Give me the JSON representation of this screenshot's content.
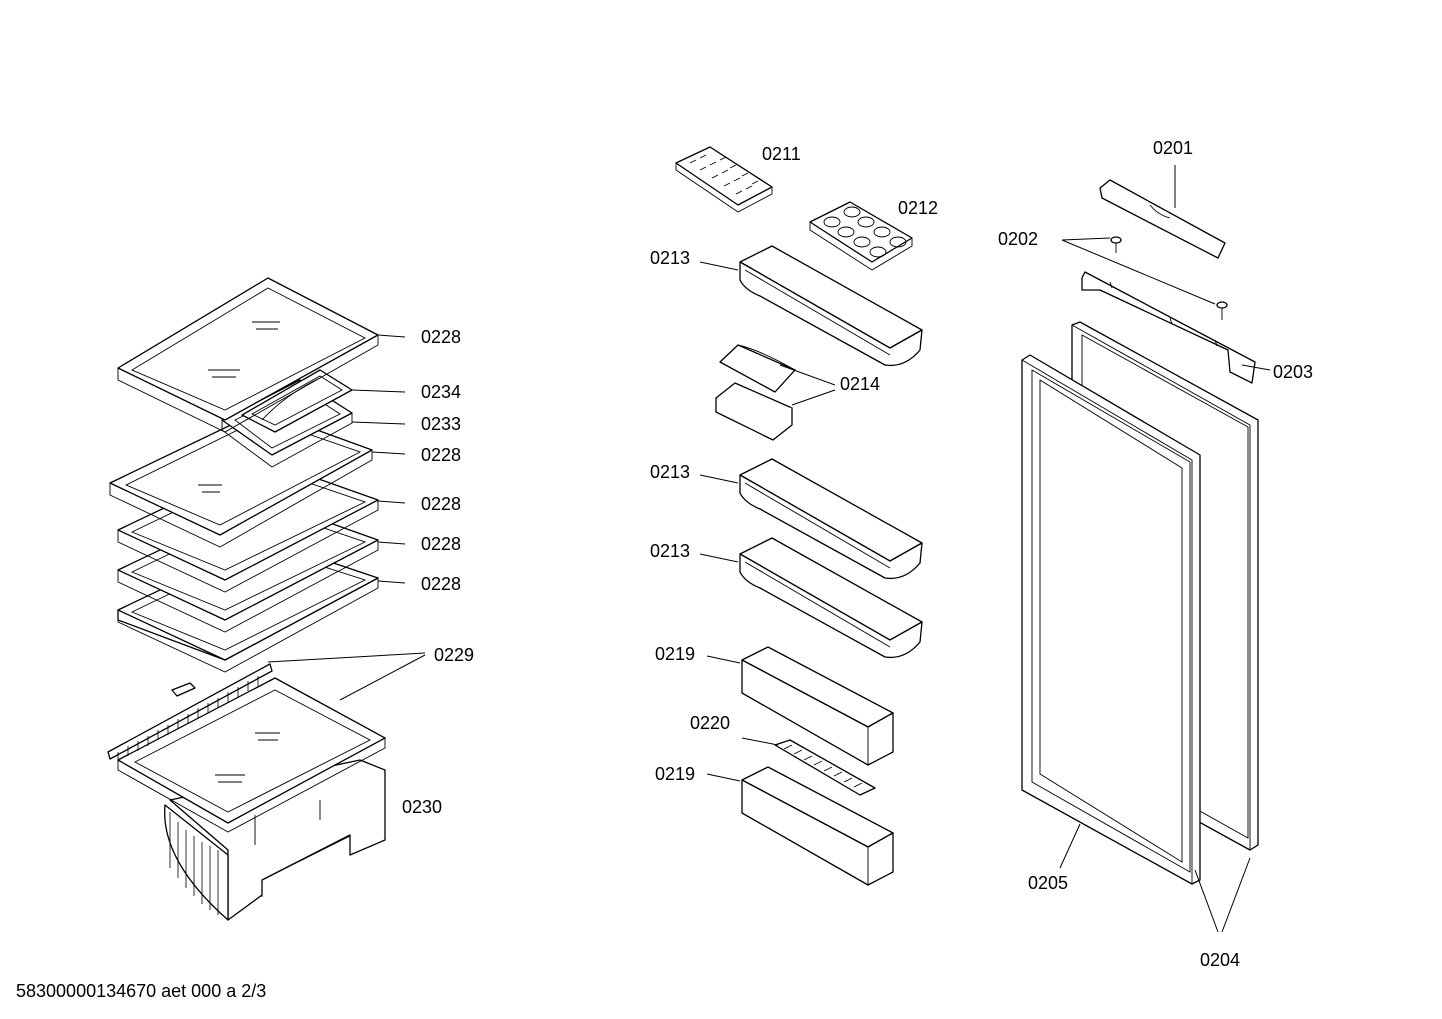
{
  "diagram": {
    "labels": {
      "l0211": "0211",
      "l0212": "0212",
      "l0213a": "0213",
      "l0213b": "0213",
      "l0213c": "0213",
      "l0214": "0214",
      "l0219a": "0219",
      "l0219b": "0219",
      "l0220": "0220",
      "l0201": "0201",
      "l0202": "0202",
      "l0203": "0203",
      "l0204": "0204",
      "l0205": "0205",
      "l0228a": "0228",
      "l0228b": "0228",
      "l0228c": "0228",
      "l0228d": "0228",
      "l0228e": "0228",
      "l0234": "0234",
      "l0233": "0233",
      "l0229": "0229",
      "l0230": "0230"
    },
    "footer": "58300000134670 aet 000 a 2/3"
  }
}
